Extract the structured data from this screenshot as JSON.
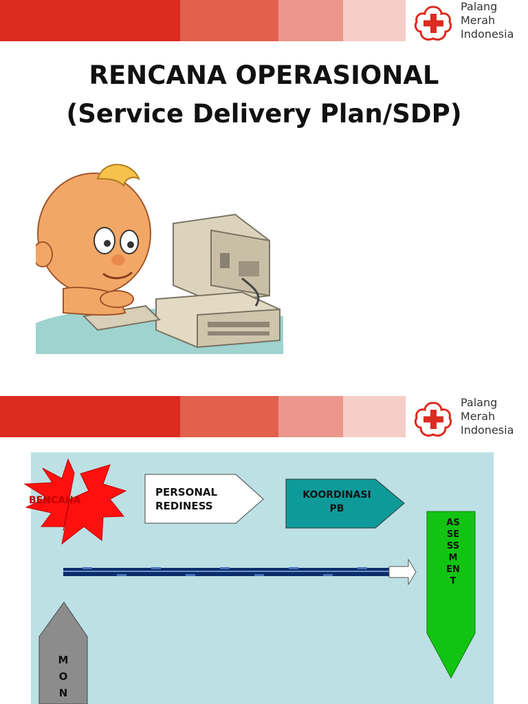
{
  "brand": {
    "name_lines": "Palang\nMerah\nIndonesia",
    "cross_color": "#dc2b21",
    "band_colors": [
      "#dc2b21",
      "#e2604c",
      "#ec968b",
      "#f6cdc7"
    ]
  },
  "slide1": {
    "title_line1": "RENCANA OPERASIONAL",
    "title_line2": "(Service Delivery Plan/SDP)",
    "illustration": "cartoon-boy-at-computer"
  },
  "slide2": {
    "panel_color": "#bce0e4",
    "bencana": "BENCANA",
    "personal": "PERSONAL\nREDINESS",
    "koordinasi": "KOORDINASI\nPB",
    "assessment": "ASSESSMENT",
    "mon": "MON",
    "assessment_color": "#12c412",
    "koordinasi_color": "#0f9a9a",
    "mon_color": "#8c8c8c"
  }
}
